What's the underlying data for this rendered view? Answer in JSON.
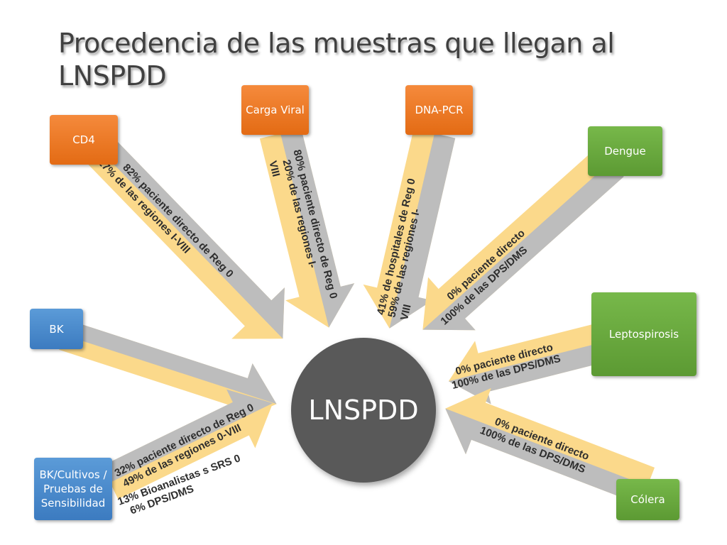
{
  "title": "Procedencia de las muestras que llegan al LNSPDD",
  "center": "LNSPDD",
  "colors": {
    "orange": "#ee7a2a",
    "green": "#6aa93e",
    "blue": "#4a8ccd",
    "center": "#595959",
    "arrow_gray": "#bdbdbd",
    "arrow_yellow": "#fbd98b"
  },
  "sources": {
    "cd4": {
      "label": "CD4",
      "line1": "82% paciente directo de Reg 0",
      "line2": "17% de las regiones I-VIII"
    },
    "carga": {
      "label": "Carga Viral",
      "line1": "80% paciente directo de Reg 0",
      "line2": "20%  de las regiones I-",
      "line3": "VIII"
    },
    "dnapcr": {
      "label": "DNA-PCR",
      "line1": "41% de hospitales de Reg 0",
      "line2": "59% de las regiones I-",
      "line3": "VIII"
    },
    "dengue": {
      "label": "Dengue",
      "line1": "0% paciente directo",
      "line2": "100% de las DPS/DMS"
    },
    "lepto": {
      "label": "Leptospirosis",
      "line1": "0% paciente directo",
      "line2": "100% de las DPS/DMS"
    },
    "colera": {
      "label": "Cólera",
      "line1": "0% paciente directo",
      "line2": "100% de las  DPS/DMS"
    },
    "bk": {
      "label": "BK"
    },
    "bkcultivos": {
      "label": "BK/Cultivos / Pruebas de Sensibilidad",
      "line1": "32% paciente directo de Reg 0",
      "line2": "49% de las regiones 0-VIII",
      "line3": "13% Bioanalistas s SRS 0",
      "line4": "6% DPS/DMS"
    }
  }
}
